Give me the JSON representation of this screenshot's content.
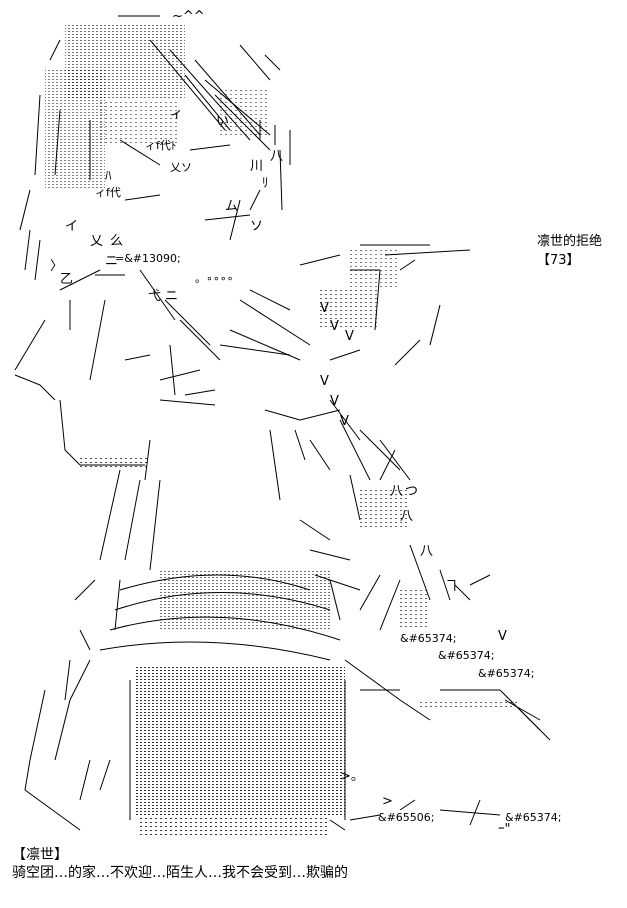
{
  "caption": {
    "title": "凛世的拒绝",
    "number": "【73】"
  },
  "dialogue": {
    "speaker": "【凛世】",
    "line": "骑空团…的家…不欢迎…陌生人…我不会受到…欺骗的"
  },
  "art_text": {
    "eye_left_mark": "ィf代ﾄ",
    "eye_left_mark2": "ィf代",
    "eye_right_mark": "乂ソ",
    "nose_code": "=&#13090;",
    "circles": "。∘∘∘∘",
    "entity1": "&#65374;",
    "entity2": "&#65374;",
    "entity3": "&#65374;",
    "entity4": "&#65506;",
    "entity5": "&#65374;"
  },
  "colors": {
    "ink": "#000000",
    "paper": "#ffffff"
  }
}
